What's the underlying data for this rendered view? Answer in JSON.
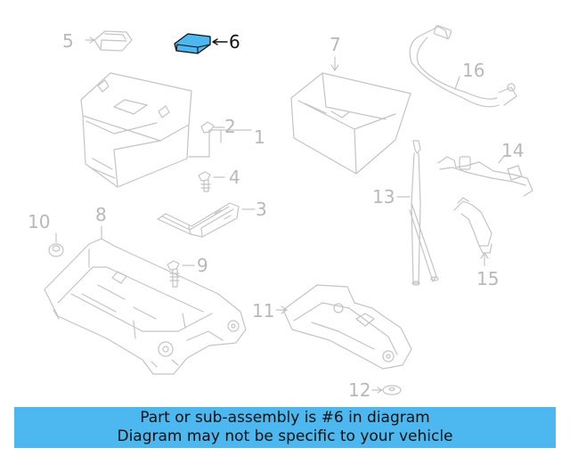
{
  "callouts": {
    "c1": "1",
    "c2": "2",
    "c3": "3",
    "c4": "4",
    "c5": "5",
    "c6": "6",
    "c7": "7",
    "c8": "8",
    "c9": "9",
    "c10": "10",
    "c11": "11",
    "c12": "12",
    "c13": "13",
    "c14": "14",
    "c15": "15",
    "c16": "16"
  },
  "highlighted_part": "6",
  "colors": {
    "line": "#c4c4c4",
    "highlight_fill": "#4db8f0",
    "banner": "#4db8f0",
    "active_text": "#111111"
  },
  "banner": {
    "line1": "Part or sub-assembly is #6 in diagram",
    "line2": "Diagram may not be specific to your vehicle"
  }
}
